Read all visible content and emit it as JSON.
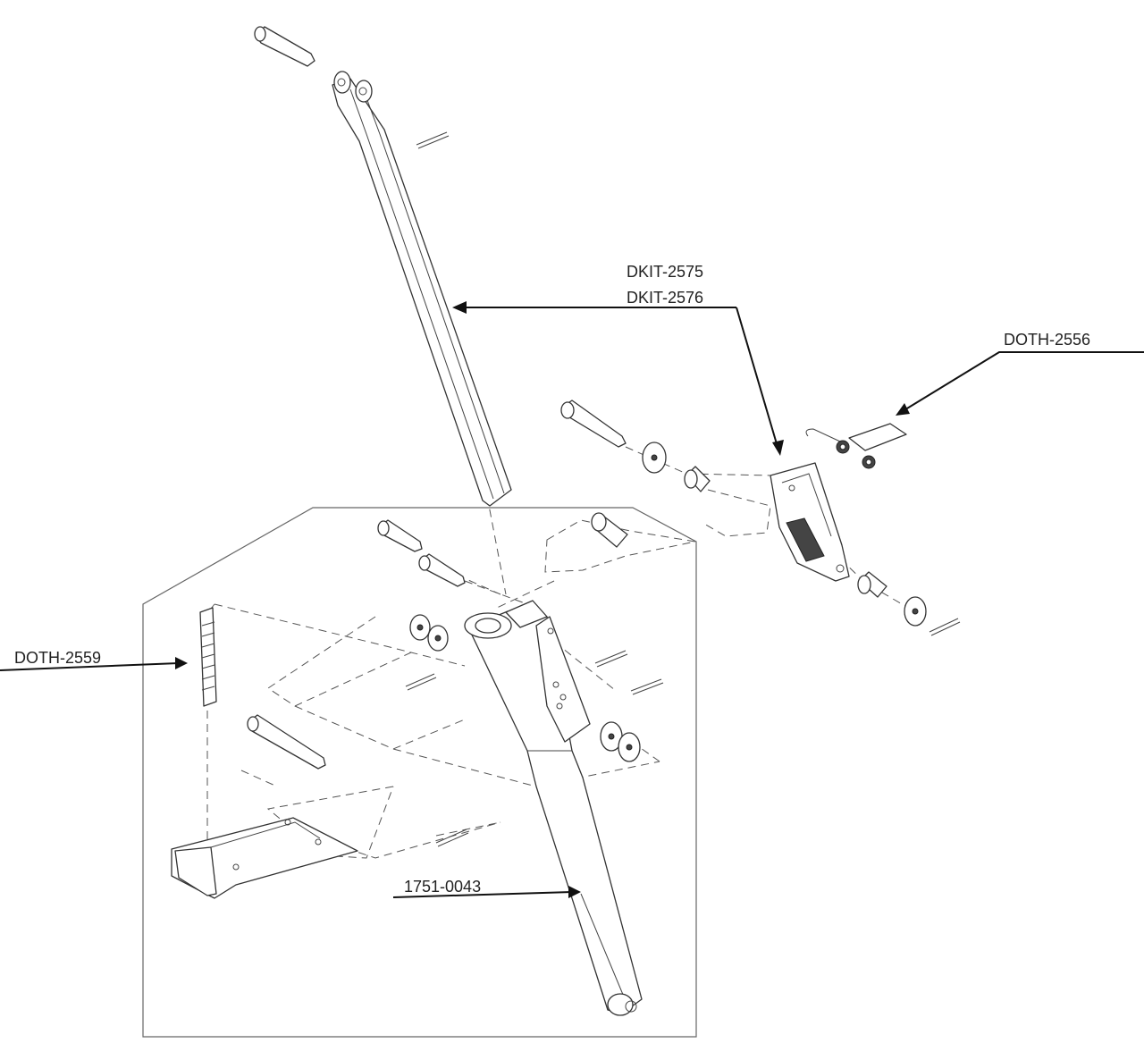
{
  "callouts": {
    "kit_a": "DKIT-2575",
    "kit_b": "DKIT-2576",
    "spring_clip": "DOTH-2556",
    "spring": "DOTH-2559",
    "cylinder": "1751-0043"
  }
}
